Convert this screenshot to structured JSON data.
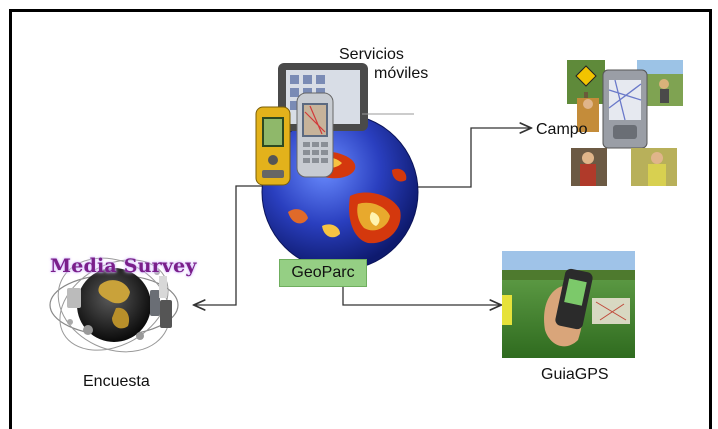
{
  "nodes": {
    "servicios_line1": "Servicios",
    "servicios_line2": "móviles",
    "campo": "Campo",
    "media_survey": "Media Survey",
    "encuesta": "Encuesta",
    "geoparc": "GeoParc",
    "guiagps": "GuiaGPS"
  },
  "colors": {
    "frame": "#000000",
    "geoparc_box": "#95cf84",
    "media_survey_text": "#7a1f8a",
    "globe_ocean": "#2a3fbf",
    "connector": "#333333"
  },
  "icons": [
    "globe-image",
    "mobile-devices-image",
    "field-photos-image",
    "handheld-gps-image",
    "survey-globe-image"
  ]
}
